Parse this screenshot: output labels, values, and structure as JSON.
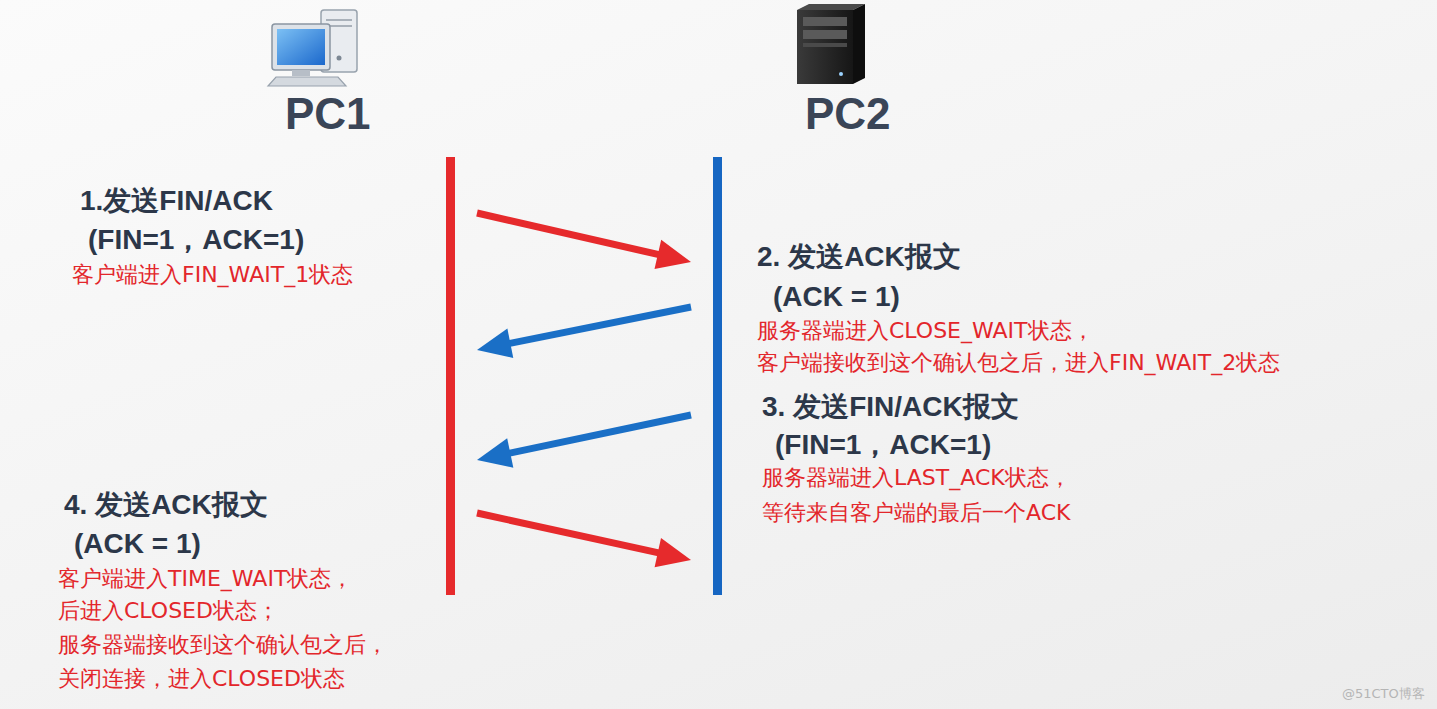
{
  "diagram": {
    "nodes": [
      {
        "text": [
          "PC1"
        ]
      },
      {
        "text": [
          "PC2"
        ]
      }
    ],
    "edges": [
      {
        "from": 0,
        "to": 1,
        "arrow": "to"
      },
      {
        "from": 1,
        "to": 0,
        "arrow": "to"
      },
      {
        "from": 1,
        "to": 0,
        "arrow": "to"
      },
      {
        "from": 0,
        "to": 1,
        "arrow": "to"
      }
    ],
    "labels": [
      "1.发送FIN/ACK",
      "(FIN=1，ACK=1)",
      "客户端进入FIN_WAIT_1状态",
      "2. 发送ACK报文",
      "(ACK = 1)",
      "服务器端进入CLOSE_WAIT状态，",
      "客户端接收到这个确认包之后，进入FIN_WAIT_2状态",
      "3. 发送FIN/ACK报文",
      "(FIN=1，ACK=1)",
      "服务器端进入LAST_ACK状态，",
      "等待来自客户端的最后一个ACK",
      "4. 发送ACK报文",
      "(ACK = 1)",
      "客户端进入TIME_WAIT状态，",
      "后进入CLOSED状态；",
      "服务器端接收到这个确认包之后，",
      "关闭连接，进入CLOSED状态",
      "@51CTO博客"
    ]
  }
}
